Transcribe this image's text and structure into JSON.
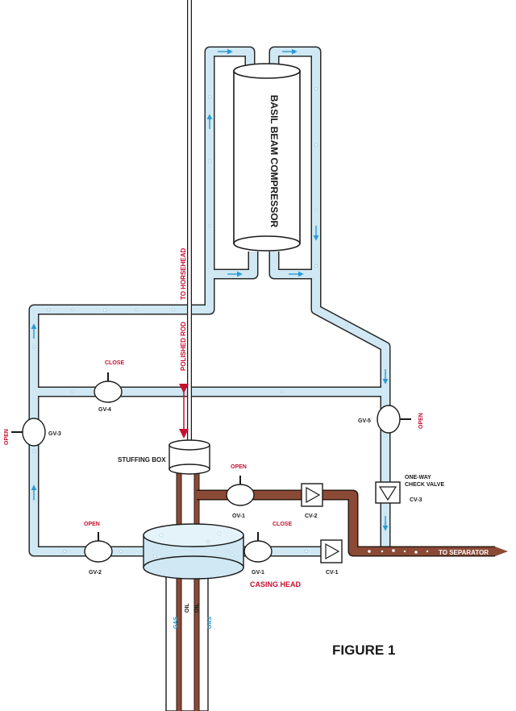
{
  "figure_title": "FIGURE 1",
  "compressor": {
    "label": "BASIL BEAM COMPRESSOR"
  },
  "rod": {
    "polished_label": "POLISHED ROD",
    "horsehead_label": "TO HORSEHEAD"
  },
  "stuffing_box": {
    "label": "STUFFING BOX"
  },
  "casing_head": {
    "label": "CASING HEAD"
  },
  "separator": {
    "label": "TO SEPARATOR"
  },
  "well_labels": {
    "gas": "GAS",
    "oil": "OIL"
  },
  "valves": {
    "gv1": {
      "name": "GV-1",
      "state": "CLOSE"
    },
    "gv2": {
      "name": "GV-2",
      "state": "OPEN"
    },
    "gv3": {
      "name": "GV-3",
      "state": "OPEN"
    },
    "gv4": {
      "name": "GV-4",
      "state": "CLOSE"
    },
    "gv5": {
      "name": "GV-5",
      "state": "OPEN"
    },
    "ov1": {
      "name": "OV-1",
      "state": "OPEN"
    }
  },
  "check_valves": {
    "cv1": {
      "name": "CV-1"
    },
    "cv2": {
      "name": "CV-2"
    },
    "cv3": {
      "name": "CV-3",
      "note_line1": "ONE-WAY",
      "note_line2": "CHECK VALVE"
    }
  },
  "colors": {
    "gas_fill": "#cfe8f3",
    "gas_outline": "#2a2a2a",
    "oil": "#8b4a36",
    "label_red": "#c8102e",
    "flow_arrow": "#2a9ad6"
  }
}
